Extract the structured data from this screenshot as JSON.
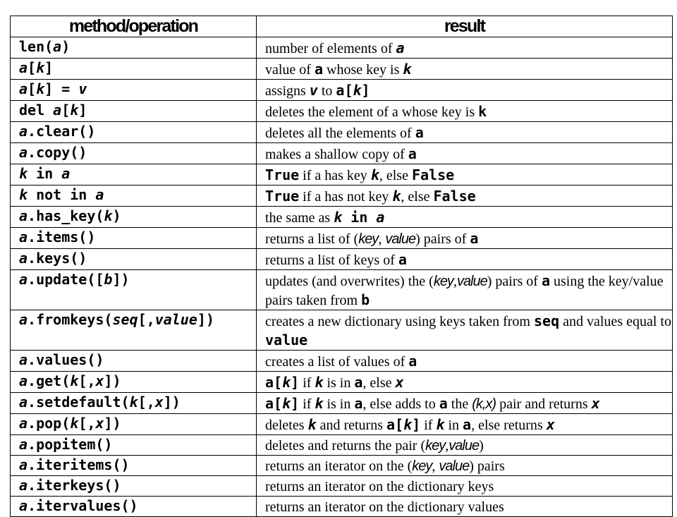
{
  "headers": {
    "method": "method/operation",
    "result": "result"
  },
  "rows": [
    {
      "method": [
        {
          "t": "len("
        },
        {
          "t": "a",
          "s": "i"
        },
        {
          "t": ")"
        }
      ],
      "result": [
        {
          "t": "number of elements of "
        },
        {
          "t": "a",
          "s": "ci"
        }
      ]
    },
    {
      "method": [
        {
          "t": "a",
          "s": "i"
        },
        {
          "t": "["
        },
        {
          "t": "k",
          "s": "i"
        },
        {
          "t": "]"
        }
      ],
      "result": [
        {
          "t": "value of "
        },
        {
          "t": "a",
          "s": "code"
        },
        {
          "t": " whose key is "
        },
        {
          "t": "k",
          "s": "ci"
        }
      ]
    },
    {
      "method": [
        {
          "t": "a",
          "s": "i"
        },
        {
          "t": "["
        },
        {
          "t": "k",
          "s": "i"
        },
        {
          "t": "] = "
        },
        {
          "t": "v",
          "s": "i"
        }
      ],
      "result": [
        {
          "t": "assigns "
        },
        {
          "t": "v",
          "s": "ci"
        },
        {
          "t": " to "
        },
        {
          "t": "a[",
          "s": "code"
        },
        {
          "t": "k",
          "s": "ci"
        },
        {
          "t": "]",
          "s": "code"
        }
      ]
    },
    {
      "method": [
        {
          "t": "del "
        },
        {
          "t": "a",
          "s": "i"
        },
        {
          "t": "["
        },
        {
          "t": "k",
          "s": "i"
        },
        {
          "t": "]"
        }
      ],
      "result": [
        {
          "t": "deletes the element of a whose key is "
        },
        {
          "t": "k",
          "s": "code"
        }
      ]
    },
    {
      "method": [
        {
          "t": "a",
          "s": "i"
        },
        {
          "t": ".clear()"
        }
      ],
      "result": [
        {
          "t": "deletes all the elements of "
        },
        {
          "t": "a",
          "s": "code"
        }
      ]
    },
    {
      "method": [
        {
          "t": "a",
          "s": "i"
        },
        {
          "t": ".copy()"
        }
      ],
      "result": [
        {
          "t": "makes a shallow copy of "
        },
        {
          "t": "a",
          "s": "code"
        }
      ]
    },
    {
      "method": [
        {
          "t": "k",
          "s": "i"
        },
        {
          "t": " in "
        },
        {
          "t": "a",
          "s": "i"
        }
      ],
      "result": [
        {
          "t": "True",
          "s": "code"
        },
        {
          "t": " if a has key  "
        },
        {
          "t": "k",
          "s": "ci"
        },
        {
          "t": ", else "
        },
        {
          "t": "False",
          "s": "code"
        }
      ]
    },
    {
      "method": [
        {
          "t": "k",
          "s": "i"
        },
        {
          "t": " not in "
        },
        {
          "t": "a",
          "s": "i"
        }
      ],
      "result": [
        {
          "t": "True",
          "s": "code"
        },
        {
          "t": " if a has not key "
        },
        {
          "t": "k",
          "s": "ci"
        },
        {
          "t": ", else "
        },
        {
          "t": "False",
          "s": "code"
        }
      ]
    },
    {
      "method": [
        {
          "t": "a",
          "s": "i"
        },
        {
          "t": ".has_key("
        },
        {
          "t": "k",
          "s": "i"
        },
        {
          "t": ")"
        }
      ],
      "result": [
        {
          "t": "the same as "
        },
        {
          "t": "k",
          "s": "ci"
        },
        {
          "t": " in ",
          "s": "code"
        },
        {
          "t": "a",
          "s": "ci"
        }
      ]
    },
    {
      "method": [
        {
          "t": "a",
          "s": "i"
        },
        {
          "t": ".items()"
        }
      ],
      "result": [
        {
          "t": "returns a list of  ("
        },
        {
          "t": "key",
          "s": "si"
        },
        {
          "t": ", "
        },
        {
          "t": "value",
          "s": "si"
        },
        {
          "t": ")  pairs of "
        },
        {
          "t": "a",
          "s": "code"
        }
      ]
    },
    {
      "method": [
        {
          "t": "a",
          "s": "i"
        },
        {
          "t": ".keys()"
        }
      ],
      "result": [
        {
          "t": "returns a list of keys of "
        },
        {
          "t": "a",
          "s": "code"
        }
      ]
    },
    {
      "method": [
        {
          "t": "a",
          "s": "i"
        },
        {
          "t": ".update(["
        },
        {
          "t": "b",
          "s": "i"
        },
        {
          "t": "])"
        }
      ],
      "result": [
        {
          "t": "updates (and overwrites) the ("
        },
        {
          "t": "key",
          "s": "si"
        },
        {
          "t": ","
        },
        {
          "t": "value",
          "s": "si"
        },
        {
          "t": ") pairs of "
        },
        {
          "t": "a",
          "s": "code"
        },
        {
          "t": " using the key/value pairs taken from "
        },
        {
          "t": "b",
          "s": "code"
        }
      ],
      "double": true
    },
    {
      "method": [
        {
          "t": "a",
          "s": "i"
        },
        {
          "t": ".fromkeys("
        },
        {
          "t": "seq",
          "s": "i"
        },
        {
          "t": "[,"
        },
        {
          "t": "value",
          "s": "i"
        },
        {
          "t": "])"
        }
      ],
      "result": [
        {
          "t": "creates a new dictionary using keys taken from "
        },
        {
          "t": "seq",
          "s": "code"
        },
        {
          "t": "  and values equal to "
        },
        {
          "t": "value",
          "s": "code"
        }
      ],
      "double": true
    },
    {
      "method": [
        {
          "t": "a",
          "s": "i"
        },
        {
          "t": ".values()"
        }
      ],
      "result": [
        {
          "t": "creates a list of values of "
        },
        {
          "t": "a",
          "s": "code"
        }
      ]
    },
    {
      "method": [
        {
          "t": "a",
          "s": "i"
        },
        {
          "t": ".get("
        },
        {
          "t": "k",
          "s": "i"
        },
        {
          "t": "[,"
        },
        {
          "t": "x",
          "s": "i"
        },
        {
          "t": "])"
        }
      ],
      "result": [
        {
          "t": "a[",
          "s": "code"
        },
        {
          "t": "k",
          "s": "ci"
        },
        {
          "t": "]",
          "s": "code"
        },
        {
          "t": "  if "
        },
        {
          "t": "k",
          "s": "ci"
        },
        {
          "t": " is in "
        },
        {
          "t": "a",
          "s": "code"
        },
        {
          "t": ", else "
        },
        {
          "t": "x",
          "s": "ci"
        }
      ]
    },
    {
      "method": [
        {
          "t": "a",
          "s": "i"
        },
        {
          "t": ".setdefault("
        },
        {
          "t": "k",
          "s": "i"
        },
        {
          "t": "[,"
        },
        {
          "t": "x",
          "s": "i"
        },
        {
          "t": "])"
        }
      ],
      "result": [
        {
          "t": "a[",
          "s": "code"
        },
        {
          "t": "k",
          "s": "ci"
        },
        {
          "t": "]",
          "s": "code"
        },
        {
          "t": " if "
        },
        {
          "t": "k",
          "s": "ci"
        },
        {
          "t": " is in "
        },
        {
          "t": "a",
          "s": "code"
        },
        {
          "t": ", else adds to "
        },
        {
          "t": "a",
          "s": "code"
        },
        {
          "t": " the "
        },
        {
          "t": "(k,x)",
          "s": "si"
        },
        {
          "t": " pair and returns "
        },
        {
          "t": "x",
          "s": "ci"
        }
      ]
    },
    {
      "method": [
        {
          "t": "a",
          "s": "i"
        },
        {
          "t": ".pop("
        },
        {
          "t": "k",
          "s": "i"
        },
        {
          "t": "[,"
        },
        {
          "t": "x",
          "s": "i"
        },
        {
          "t": "])"
        }
      ],
      "result": [
        {
          "t": "deletes "
        },
        {
          "t": "k",
          "s": "ci"
        },
        {
          "t": "  and returns "
        },
        {
          "t": "a[",
          "s": "code"
        },
        {
          "t": "k",
          "s": "ci"
        },
        {
          "t": "]",
          "s": "code"
        },
        {
          "t": "  if "
        },
        {
          "t": "k",
          "s": "ci"
        },
        {
          "t": "  in "
        },
        {
          "t": "a",
          "s": "code"
        },
        {
          "t": ",  else returns "
        },
        {
          "t": "x",
          "s": "ci"
        }
      ]
    },
    {
      "method": [
        {
          "t": "a",
          "s": "i"
        },
        {
          "t": ".popitem()"
        }
      ],
      "result": [
        {
          "t": "deletes and returns the pair ("
        },
        {
          "t": "key",
          "s": "si"
        },
        {
          "t": ","
        },
        {
          "t": "value",
          "s": "si"
        },
        {
          "t": ")"
        }
      ]
    },
    {
      "method": [
        {
          "t": "a",
          "s": "i"
        },
        {
          "t": ".iteritems()"
        }
      ],
      "result": [
        {
          "t": "returns an iterator on the ("
        },
        {
          "t": "key",
          "s": "si"
        },
        {
          "t": ", "
        },
        {
          "t": "value",
          "s": "si"
        },
        {
          "t": ") pairs"
        }
      ]
    },
    {
      "method": [
        {
          "t": "a",
          "s": "i"
        },
        {
          "t": ".iterkeys()"
        }
      ],
      "result": [
        {
          "t": "returns an iterator on the dictionary keys"
        }
      ]
    },
    {
      "method": [
        {
          "t": "a",
          "s": "i"
        },
        {
          "t": ".itervalues()"
        }
      ],
      "result": [
        {
          "t": "returns an iterator on the dictionary values"
        }
      ]
    }
  ]
}
